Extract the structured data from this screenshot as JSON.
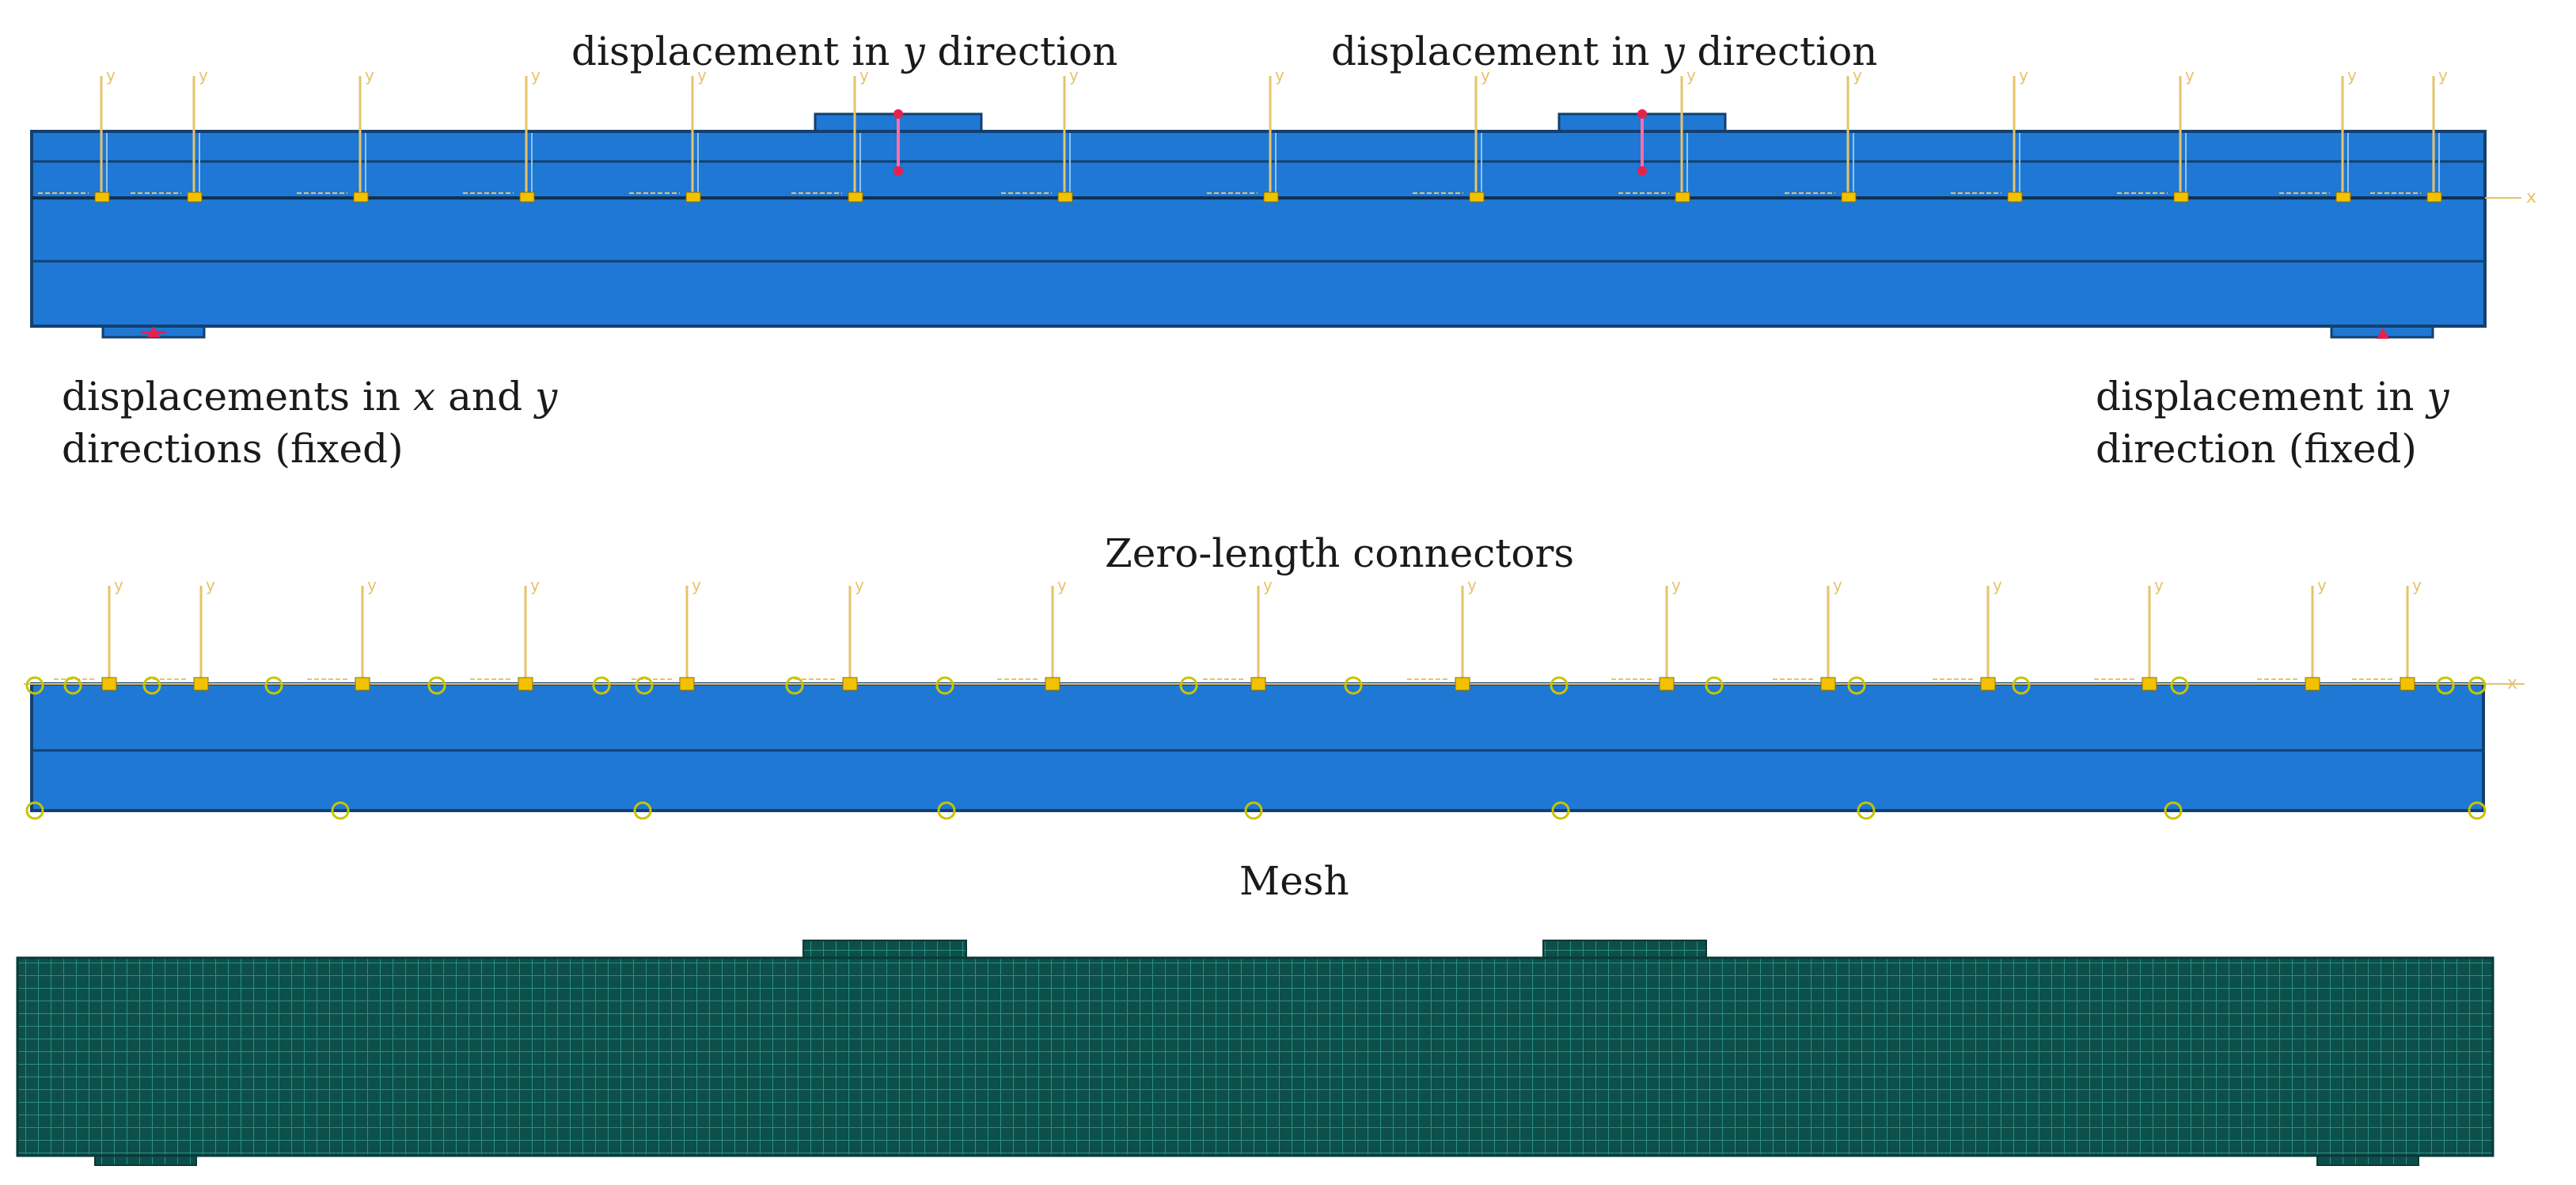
{
  "labels": {
    "load_left": {
      "pre": "displacement in ",
      "var": "y",
      "post": " direction"
    },
    "load_right": {
      "pre": "displacement in ",
      "var": "y",
      "post": " direction"
    },
    "support_left_line1": {
      "pre": "displacements in ",
      "var1": "x",
      "mid": " and ",
      "var2": "y"
    },
    "support_left_line2": "directions (fixed)",
    "support_right_line1": {
      "pre": "displacement in ",
      "var": "y"
    },
    "support_right_line2": "direction (fixed)",
    "section_connectors": "Zero-length connectors",
    "section_mesh": "Mesh"
  },
  "axis_glyphs": {
    "vertical": "y",
    "horizontal": "x"
  },
  "colors": {
    "beam_blue": "#1f78d4",
    "beam_edge": "#14406e",
    "connector_yellow": "#f2c200",
    "rod_yellow": "#e6c36a",
    "support_red": "#e8214a",
    "mesh_fill": "#0d4f4a",
    "mesh_line": "#2b8f85",
    "circle_marker": "#c8c400"
  }
}
